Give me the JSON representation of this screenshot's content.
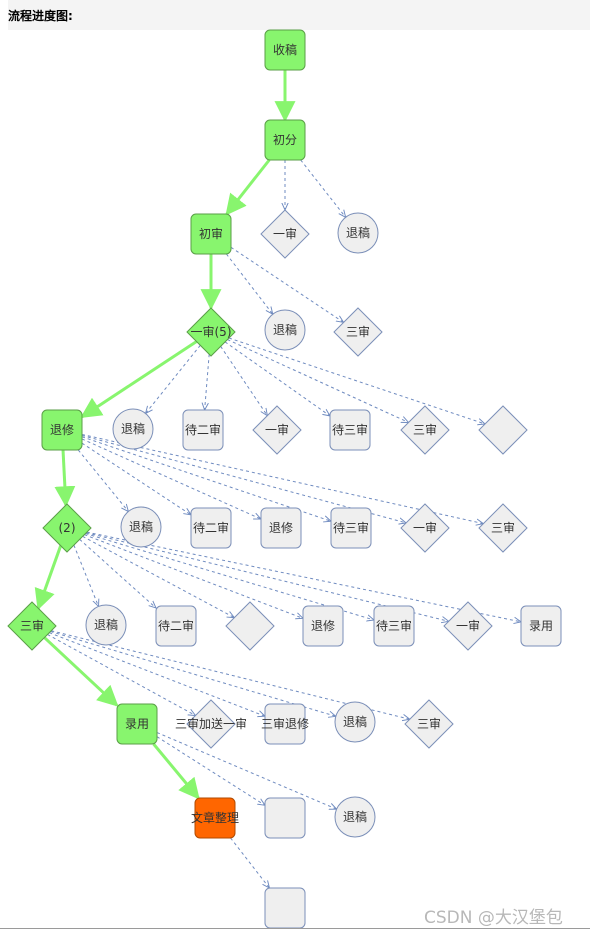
{
  "header": {
    "title": "流程进度图:"
  },
  "watermark": "CSDN @大汉堡包",
  "colors": {
    "done_fill": "#88f56e",
    "done_stroke": "#5a9e47",
    "current_fill": "#ff6600",
    "pending_fill": "#efefef",
    "pending_stroke": "#7b8fb8",
    "done_edge": "#88f56e",
    "pending_edge": "#6f8bc0"
  },
  "nodes": [
    {
      "id": "n1",
      "label": "收稿",
      "shape": "rect",
      "state": "done"
    },
    {
      "id": "n2",
      "label": "初分",
      "shape": "rect",
      "state": "done"
    },
    {
      "id": "n3",
      "label": "初审",
      "shape": "rect",
      "state": "done"
    },
    {
      "id": "n4",
      "label": "一审",
      "shape": "diamond",
      "state": "pending"
    },
    {
      "id": "n5",
      "label": "退稿",
      "shape": "circle",
      "state": "pending"
    },
    {
      "id": "n6",
      "label": "一审(5)",
      "shape": "diamond",
      "state": "done"
    },
    {
      "id": "n7",
      "label": "退稿",
      "shape": "circle",
      "state": "pending"
    },
    {
      "id": "n8",
      "label": "三审",
      "shape": "diamond",
      "state": "pending"
    },
    {
      "id": "n9",
      "label": "退修",
      "shape": "rect",
      "state": "done"
    },
    {
      "id": "n10",
      "label": "退稿",
      "shape": "circle",
      "state": "pending"
    },
    {
      "id": "n11",
      "label": "待二审",
      "shape": "rect",
      "state": "pending"
    },
    {
      "id": "n12",
      "label": "一审",
      "shape": "diamond",
      "state": "pending"
    },
    {
      "id": "n13",
      "label": "待三审",
      "shape": "rect",
      "state": "pending"
    },
    {
      "id": "n14",
      "label": "三审",
      "shape": "diamond",
      "state": "pending"
    },
    {
      "id": "n15",
      "label": "",
      "shape": "diamond",
      "state": "pending"
    },
    {
      "id": "n16",
      "label": "(2)",
      "shape": "diamond",
      "state": "done"
    },
    {
      "id": "n17",
      "label": "退稿",
      "shape": "circle",
      "state": "pending"
    },
    {
      "id": "n18",
      "label": "待二审",
      "shape": "rect",
      "state": "pending"
    },
    {
      "id": "n19",
      "label": "退修",
      "shape": "rect",
      "state": "pending"
    },
    {
      "id": "n20",
      "label": "待三审",
      "shape": "rect",
      "state": "pending"
    },
    {
      "id": "n21",
      "label": "一审",
      "shape": "diamond",
      "state": "pending"
    },
    {
      "id": "n22",
      "label": "三审",
      "shape": "diamond",
      "state": "pending"
    },
    {
      "id": "n23",
      "label": "三审",
      "shape": "diamond",
      "state": "done"
    },
    {
      "id": "n24",
      "label": "退稿",
      "shape": "circle",
      "state": "pending"
    },
    {
      "id": "n25",
      "label": "待二审",
      "shape": "rect",
      "state": "pending"
    },
    {
      "id": "n26",
      "label": "",
      "shape": "diamond",
      "state": "pending"
    },
    {
      "id": "n27",
      "label": "退修",
      "shape": "rect",
      "state": "pending"
    },
    {
      "id": "n28",
      "label": "待三审",
      "shape": "rect",
      "state": "pending"
    },
    {
      "id": "n29",
      "label": "一审",
      "shape": "diamond",
      "state": "pending"
    },
    {
      "id": "n30",
      "label": "录用",
      "shape": "rect",
      "state": "pending"
    },
    {
      "id": "n31",
      "label": "录用",
      "shape": "rect",
      "state": "done"
    },
    {
      "id": "n32",
      "label": "三审加送一审",
      "shape": "diamond",
      "state": "pending"
    },
    {
      "id": "n33",
      "label": "三审退修",
      "shape": "rect",
      "state": "pending"
    },
    {
      "id": "n34",
      "label": "退稿",
      "shape": "circle",
      "state": "pending"
    },
    {
      "id": "n35",
      "label": "三审",
      "shape": "diamond",
      "state": "pending"
    },
    {
      "id": "n36",
      "label": "文章整理",
      "shape": "rect",
      "state": "current"
    },
    {
      "id": "n37",
      "label": "",
      "shape": "rect",
      "state": "pending"
    },
    {
      "id": "n38",
      "label": "退稿",
      "shape": "circle",
      "state": "pending"
    },
    {
      "id": "n39",
      "label": "",
      "shape": "rect",
      "state": "pending"
    }
  ],
  "edges": [
    [
      "n1",
      "n2",
      "done"
    ],
    [
      "n2",
      "n3",
      "done"
    ],
    [
      "n2",
      "n4",
      "pending"
    ],
    [
      "n2",
      "n5",
      "pending"
    ],
    [
      "n3",
      "n6",
      "done"
    ],
    [
      "n3",
      "n7",
      "pending"
    ],
    [
      "n3",
      "n8",
      "pending"
    ],
    [
      "n6",
      "n9",
      "done"
    ],
    [
      "n6",
      "n10",
      "pending"
    ],
    [
      "n6",
      "n11",
      "pending"
    ],
    [
      "n6",
      "n12",
      "pending"
    ],
    [
      "n6",
      "n13",
      "pending"
    ],
    [
      "n6",
      "n14",
      "pending"
    ],
    [
      "n6",
      "n15",
      "pending"
    ],
    [
      "n9",
      "n16",
      "done"
    ],
    [
      "n9",
      "n17",
      "pending"
    ],
    [
      "n9",
      "n18",
      "pending"
    ],
    [
      "n9",
      "n19",
      "pending"
    ],
    [
      "n9",
      "n20",
      "pending"
    ],
    [
      "n9",
      "n21",
      "pending"
    ],
    [
      "n9",
      "n22",
      "pending"
    ],
    [
      "n16",
      "n23",
      "done"
    ],
    [
      "n16",
      "n24",
      "pending"
    ],
    [
      "n16",
      "n25",
      "pending"
    ],
    [
      "n16",
      "n26",
      "pending"
    ],
    [
      "n16",
      "n27",
      "pending"
    ],
    [
      "n16",
      "n28",
      "pending"
    ],
    [
      "n16",
      "n29",
      "pending"
    ],
    [
      "n16",
      "n30",
      "pending"
    ],
    [
      "n23",
      "n31",
      "done"
    ],
    [
      "n23",
      "n32",
      "pending"
    ],
    [
      "n23",
      "n33",
      "pending"
    ],
    [
      "n23",
      "n34",
      "pending"
    ],
    [
      "n23",
      "n35",
      "pending"
    ],
    [
      "n31",
      "n36",
      "done"
    ],
    [
      "n31",
      "n37",
      "pending"
    ],
    [
      "n31",
      "n38",
      "pending"
    ],
    [
      "n36",
      "n39",
      "pending"
    ]
  ]
}
